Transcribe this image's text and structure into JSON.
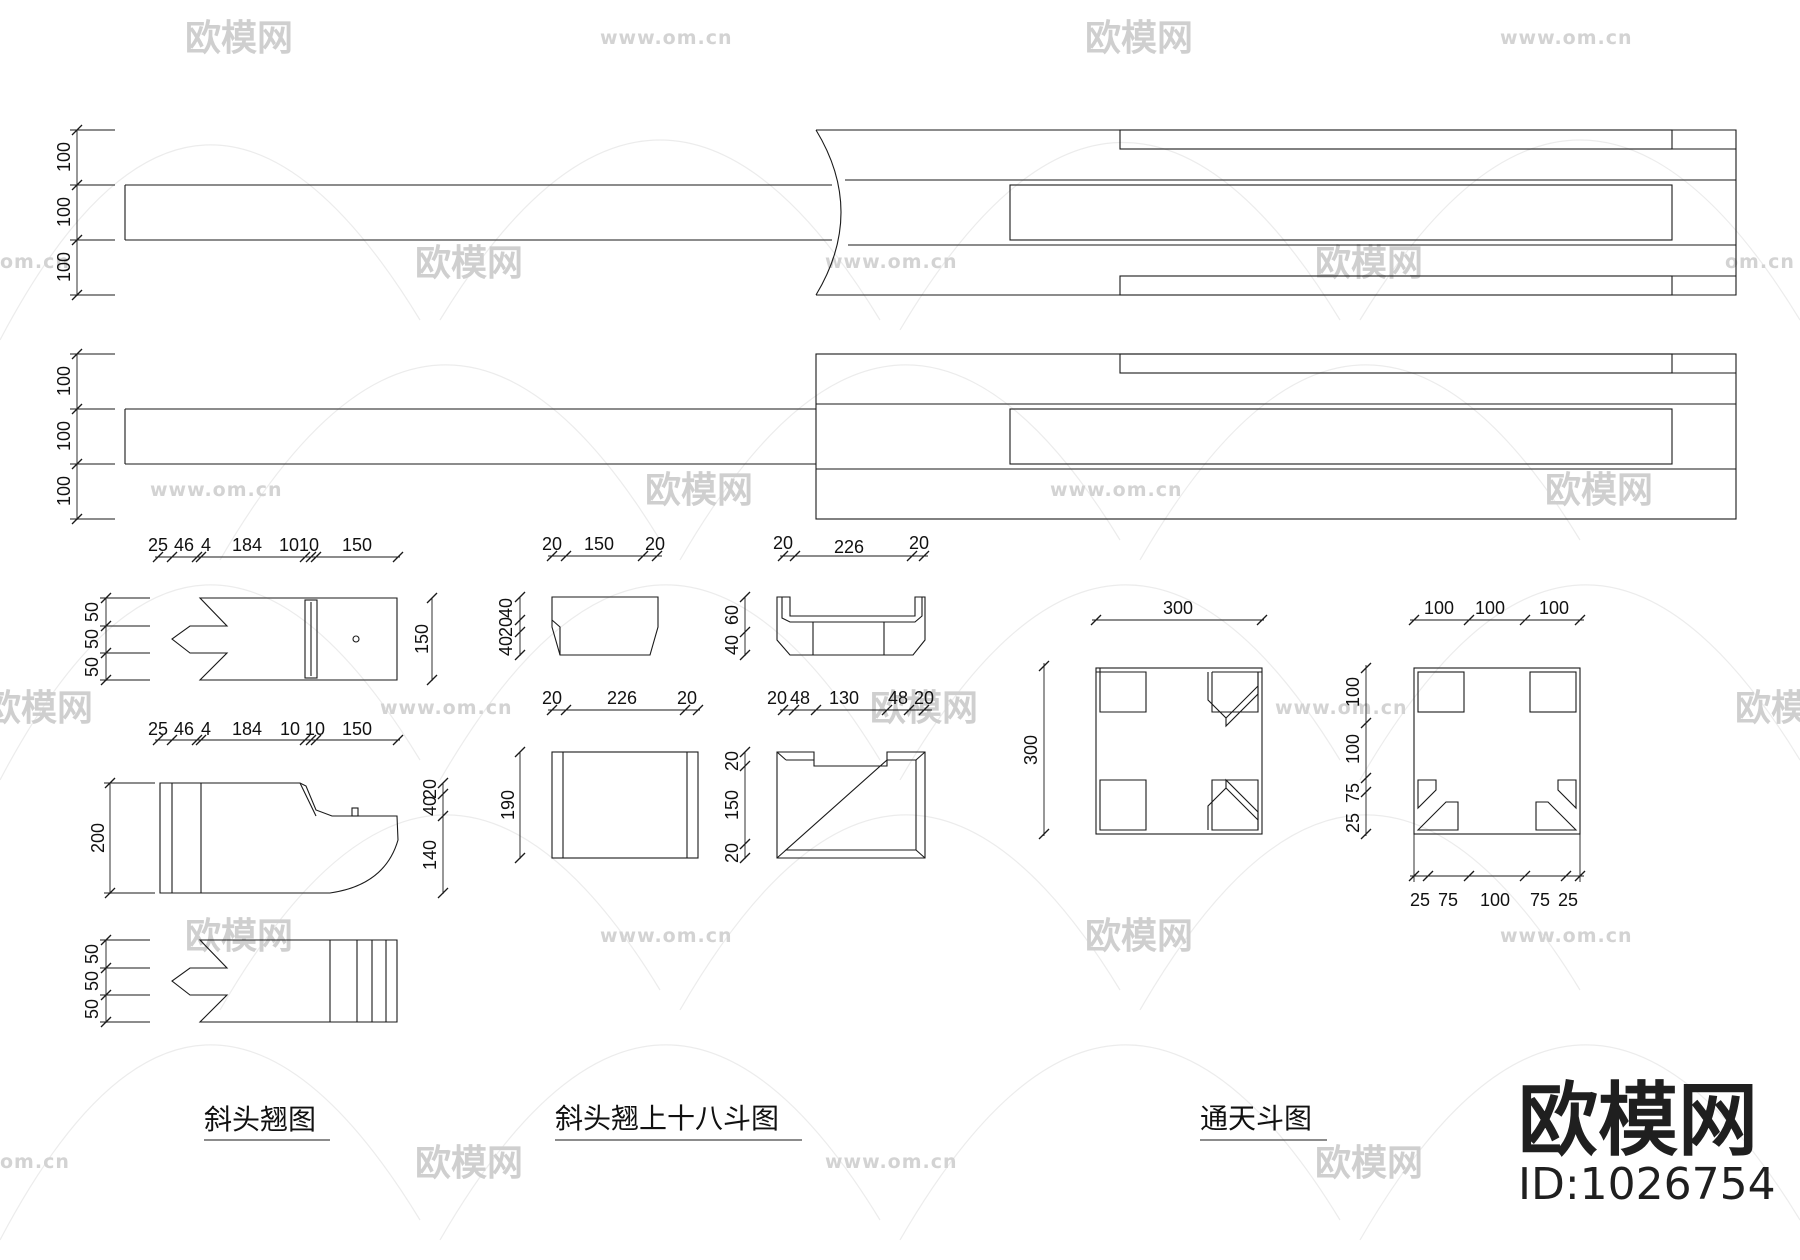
{
  "captions": {
    "oblique_head": "斜头翘图",
    "eighteen_dou": "斜头翘上十八斗图",
    "tongtian_dou": "通天斗图"
  },
  "brand": {
    "name": "欧模网",
    "id": "ID:1026754"
  },
  "watermark": {
    "text": "欧模网",
    "url": "www.om.cn",
    "url_partial": "om.cn"
  },
  "dims": {
    "v100": "100",
    "v150": "150",
    "v200": "200",
    "v300": "300",
    "v25": "25",
    "v46": "46",
    "v4": "4",
    "v184": "184",
    "v10": "10",
    "v1010": "1010",
    "v50": "50",
    "v20": "20",
    "v40": "40",
    "v60": "60",
    "v140": "140",
    "v226": "226",
    "v190": "190",
    "v48": "48",
    "v130": "130",
    "v75": "75"
  }
}
